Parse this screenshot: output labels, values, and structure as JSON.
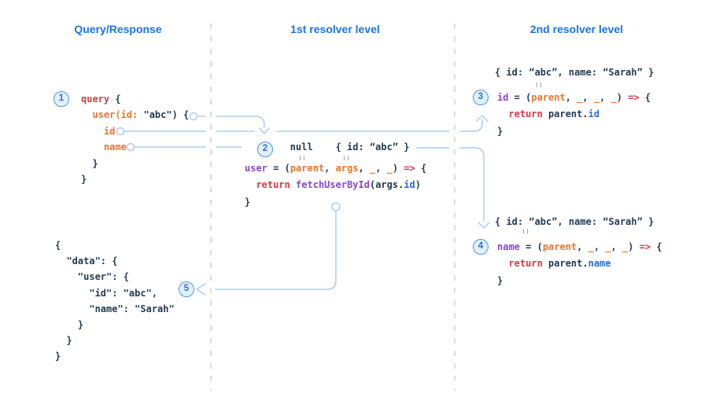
{
  "headers": {
    "col1": "Query/Response",
    "col2": "1st resolver level",
    "col3": "2nd resolver level"
  },
  "badges": [
    "1",
    "2",
    "3",
    "4",
    "5"
  ],
  "icons": {
    "ditto_mark": "‖",
    "open_circle": "○",
    "arrowhead": "open-chevron"
  },
  "colors": {
    "header-blue": "#1a73e8",
    "code-plain": "#243b53",
    "code-red": "#d23c49",
    "code-orange": "#e8762d",
    "code-purple": "#8a46cf",
    "code-blue": "#2b6bd4",
    "ditto-gray": "#9aa3b0",
    "arrow-blue": "#abcdf0",
    "badge-ring": "#4a97e8",
    "badge-fill": "#e3effc",
    "badge-text": "#1a73e8",
    "divider-gray": "#d8d8d8"
  },
  "code": {
    "query": [
      [
        {
          "s": "query",
          "k": "red"
        },
        {
          "s": " {",
          "k": "plain"
        }
      ],
      [
        {
          "s": "  ",
          "k": "plain"
        },
        {
          "s": "user(id:",
          "k": "orange"
        },
        {
          "s": " \"abc\") {",
          "k": "plain"
        }
      ],
      [
        {
          "s": "    ",
          "k": "plain"
        },
        {
          "s": "id",
          "k": "orange"
        }
      ],
      [
        {
          "s": "    ",
          "k": "plain"
        },
        {
          "s": "name",
          "k": "orange"
        }
      ],
      [
        {
          "s": "  }",
          "k": "plain"
        }
      ],
      [
        {
          "s": "}",
          "k": "plain"
        }
      ]
    ],
    "resolver1_values": [
      [
        {
          "s": "        ",
          "k": "plain"
        },
        {
          "s": "null",
          "k": "plain"
        },
        {
          "s": "    ",
          "k": "plain"
        },
        {
          "s": "{ id: “abc” }",
          "k": "plain"
        }
      ]
    ],
    "resolver1_fn": [
      [
        {
          "s": "user",
          "k": "purple"
        },
        {
          "s": " = (",
          "k": "plain"
        },
        {
          "s": "parent",
          "k": "orange"
        },
        {
          "s": ", ",
          "k": "plain"
        },
        {
          "s": "args",
          "k": "orange"
        },
        {
          "s": ", ",
          "k": "plain"
        },
        {
          "s": "_",
          "k": "orange"
        },
        {
          "s": ", ",
          "k": "plain"
        },
        {
          "s": "_",
          "k": "orange"
        },
        {
          "s": ") ",
          "k": "plain"
        },
        {
          "s": "=>",
          "k": "red"
        },
        {
          "s": " {",
          "k": "plain"
        }
      ],
      [
        {
          "s": "  ",
          "k": "plain"
        },
        {
          "s": "return",
          "k": "red"
        },
        {
          "s": " ",
          "k": "plain"
        },
        {
          "s": "fetchUserById",
          "k": "purple"
        },
        {
          "s": "(args.",
          "k": "plain"
        },
        {
          "s": "id",
          "k": "blue"
        },
        {
          "s": ")",
          "k": "plain"
        }
      ],
      [
        {
          "s": "}",
          "k": "plain"
        }
      ]
    ],
    "resolver2_id_obj": [
      [
        {
          "s": "{ id: “abc”, name: “Sarah” }",
          "k": "plain"
        }
      ]
    ],
    "resolver2_id_fn": [
      [
        {
          "s": "id",
          "k": "purple"
        },
        {
          "s": " = (",
          "k": "plain"
        },
        {
          "s": "parent",
          "k": "orange"
        },
        {
          "s": ", ",
          "k": "plain"
        },
        {
          "s": "_",
          "k": "orange"
        },
        {
          "s": ", ",
          "k": "plain"
        },
        {
          "s": "_",
          "k": "orange"
        },
        {
          "s": ", ",
          "k": "plain"
        },
        {
          "s": "_",
          "k": "orange"
        },
        {
          "s": ") ",
          "k": "plain"
        },
        {
          "s": "=>",
          "k": "red"
        },
        {
          "s": " {",
          "k": "plain"
        }
      ],
      [
        {
          "s": "  ",
          "k": "plain"
        },
        {
          "s": "return",
          "k": "red"
        },
        {
          "s": " parent.",
          "k": "plain"
        },
        {
          "s": "id",
          "k": "blue"
        }
      ],
      [
        {
          "s": "}",
          "k": "plain"
        }
      ]
    ],
    "resolver2_name_obj": [
      [
        {
          "s": "{ id: “abc”, name: “Sarah” }",
          "k": "plain"
        }
      ]
    ],
    "resolver2_name_fn": [
      [
        {
          "s": "name",
          "k": "purple"
        },
        {
          "s": " = (",
          "k": "plain"
        },
        {
          "s": "parent",
          "k": "orange"
        },
        {
          "s": ", ",
          "k": "plain"
        },
        {
          "s": "_",
          "k": "orange"
        },
        {
          "s": ", ",
          "k": "plain"
        },
        {
          "s": "_",
          "k": "orange"
        },
        {
          "s": ", ",
          "k": "plain"
        },
        {
          "s": "_",
          "k": "orange"
        },
        {
          "s": ") ",
          "k": "plain"
        },
        {
          "s": "=>",
          "k": "red"
        },
        {
          "s": " {",
          "k": "plain"
        }
      ],
      [
        {
          "s": "  ",
          "k": "plain"
        },
        {
          "s": "return",
          "k": "red"
        },
        {
          "s": " parent.",
          "k": "plain"
        },
        {
          "s": "name",
          "k": "blue"
        }
      ],
      [
        {
          "s": "}",
          "k": "plain"
        }
      ]
    ],
    "response": [
      [
        {
          "s": "{",
          "k": "plain"
        }
      ],
      [
        {
          "s": "  \"data\": {",
          "k": "plain"
        }
      ],
      [
        {
          "s": "    \"user\": {",
          "k": "plain"
        }
      ],
      [
        {
          "s": "      \"id\": \"abc\",",
          "k": "plain"
        }
      ],
      [
        {
          "s": "      \"name\": \"Sarah\"",
          "k": "plain"
        }
      ],
      [
        {
          "s": "    }",
          "k": "plain"
        }
      ],
      [
        {
          "s": "  }",
          "k": "plain"
        }
      ],
      [
        {
          "s": "}",
          "k": "plain"
        }
      ]
    ]
  }
}
